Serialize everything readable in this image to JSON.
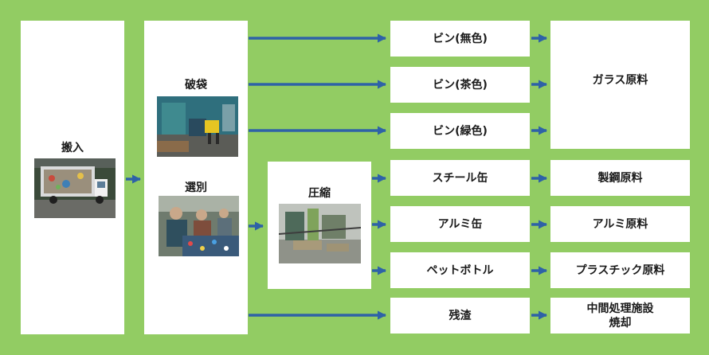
{
  "stages": {
    "intake": "搬入",
    "bag_breaking": "破袋",
    "sorting": "選別",
    "compression": "圧縮"
  },
  "items": {
    "bottle_clear": "ビン(無色)",
    "bottle_brown": "ビン(茶色)",
    "bottle_green": "ビン(緑色)",
    "steel_can": "スチール缶",
    "aluminum_can": "アルミ缶",
    "pet_bottle": "ペットボトル",
    "residue": "残渣"
  },
  "outputs": {
    "glass": "ガラス原料",
    "steel": "製鋼原料",
    "aluminum": "アルミ原料",
    "plastic": "プラスチック原料",
    "intermediate_line1": "中間処理施設",
    "intermediate_line2": "焼却"
  },
  "colors": {
    "background": "#92cc63",
    "box": "#ffffff",
    "arrow": "#2e62a7"
  }
}
